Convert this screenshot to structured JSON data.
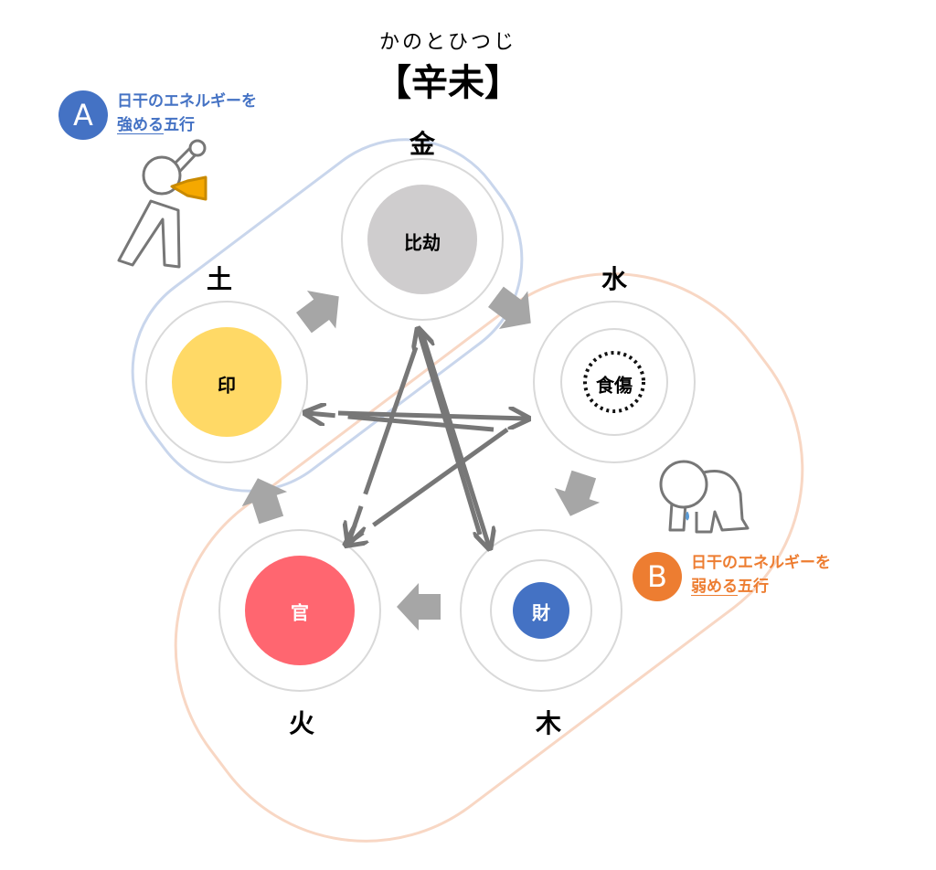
{
  "header": {
    "reading": "かのとひつじ",
    "title": "【辛未】"
  },
  "elements": {
    "metal": {
      "label": "金",
      "star": "比劫",
      "fill": "#cfcdce"
    },
    "water": {
      "label": "水",
      "star": "食傷"
    },
    "wood": {
      "label": "木",
      "star": "財",
      "fill": "#4472c4"
    },
    "fire": {
      "label": "火",
      "star": "官",
      "fill": "#ff6670"
    },
    "earth": {
      "label": "土",
      "star": "印",
      "fill": "#ffd966"
    }
  },
  "legend_a": {
    "badge": "A",
    "line1": "日干のエネルギーを",
    "line2_underlined": "強める",
    "line2_rest": "五行",
    "color": "#4472c4"
  },
  "legend_b": {
    "badge": "B",
    "line1": "日干のエネルギーを",
    "line2_underlined": "弱める",
    "line2_rest": "五行",
    "color": "#ed7d31"
  }
}
